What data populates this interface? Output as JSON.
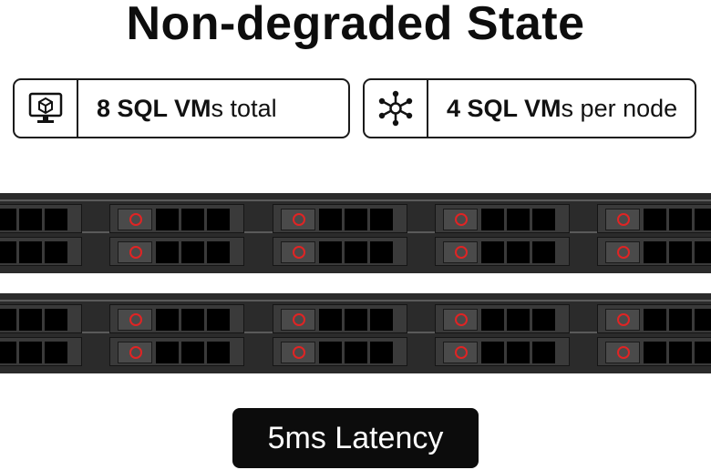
{
  "title": "Non-degraded State",
  "stats": [
    {
      "icon": "monitor-cube-icon",
      "bold": "8 SQL VM",
      "rest": "s total"
    },
    {
      "icon": "network-hub-icon",
      "bold": "4 SQL VM",
      "rest": "s per node"
    }
  ],
  "latency_label": "5ms Latency",
  "colors": {
    "rack": "#2b2b2b",
    "drive": "#000000",
    "led": "#e02424",
    "latency_bg": "#0c0c0c"
  }
}
